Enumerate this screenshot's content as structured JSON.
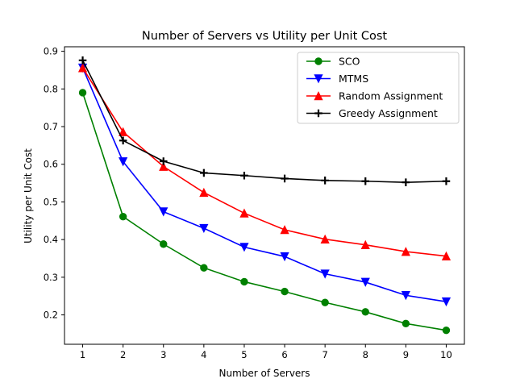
{
  "chart_data": {
    "type": "line",
    "title": "Number of Servers vs Utility per Unit Cost",
    "xlabel": "Number of Servers",
    "ylabel": "Utility per Unit Cost",
    "x": [
      1,
      2,
      3,
      4,
      5,
      6,
      7,
      8,
      9,
      10
    ],
    "xlim": [
      0.55,
      10.45
    ],
    "ylim": [
      0.122,
      0.912
    ],
    "xticks": [
      "1",
      "2",
      "3",
      "4",
      "5",
      "6",
      "7",
      "8",
      "9",
      "10"
    ],
    "yticks": [
      "0.2",
      "0.3",
      "0.4",
      "0.5",
      "0.6",
      "0.7",
      "0.8",
      "0.9"
    ],
    "grid": false,
    "legend_position": "top-right",
    "series": [
      {
        "name": "SCO",
        "color": "#008000",
        "marker": "circle",
        "values": [
          0.79,
          0.461,
          0.388,
          0.325,
          0.288,
          0.262,
          0.233,
          0.208,
          0.177,
          0.159
        ]
      },
      {
        "name": "MTMS",
        "color": "#0000ff",
        "marker": "triangle-down",
        "values": [
          0.856,
          0.607,
          0.474,
          0.43,
          0.38,
          0.355,
          0.309,
          0.287,
          0.252,
          0.235
        ]
      },
      {
        "name": "Random Assignment",
        "color": "#ff0000",
        "marker": "triangle-up",
        "values": [
          0.856,
          0.686,
          0.594,
          0.525,
          0.47,
          0.426,
          0.401,
          0.386,
          0.368,
          0.356
        ]
      },
      {
        "name": "Greedy Assignment",
        "color": "#000000",
        "marker": "plus",
        "values": [
          0.876,
          0.663,
          0.608,
          0.577,
          0.57,
          0.562,
          0.557,
          0.555,
          0.552,
          0.555
        ]
      }
    ]
  }
}
